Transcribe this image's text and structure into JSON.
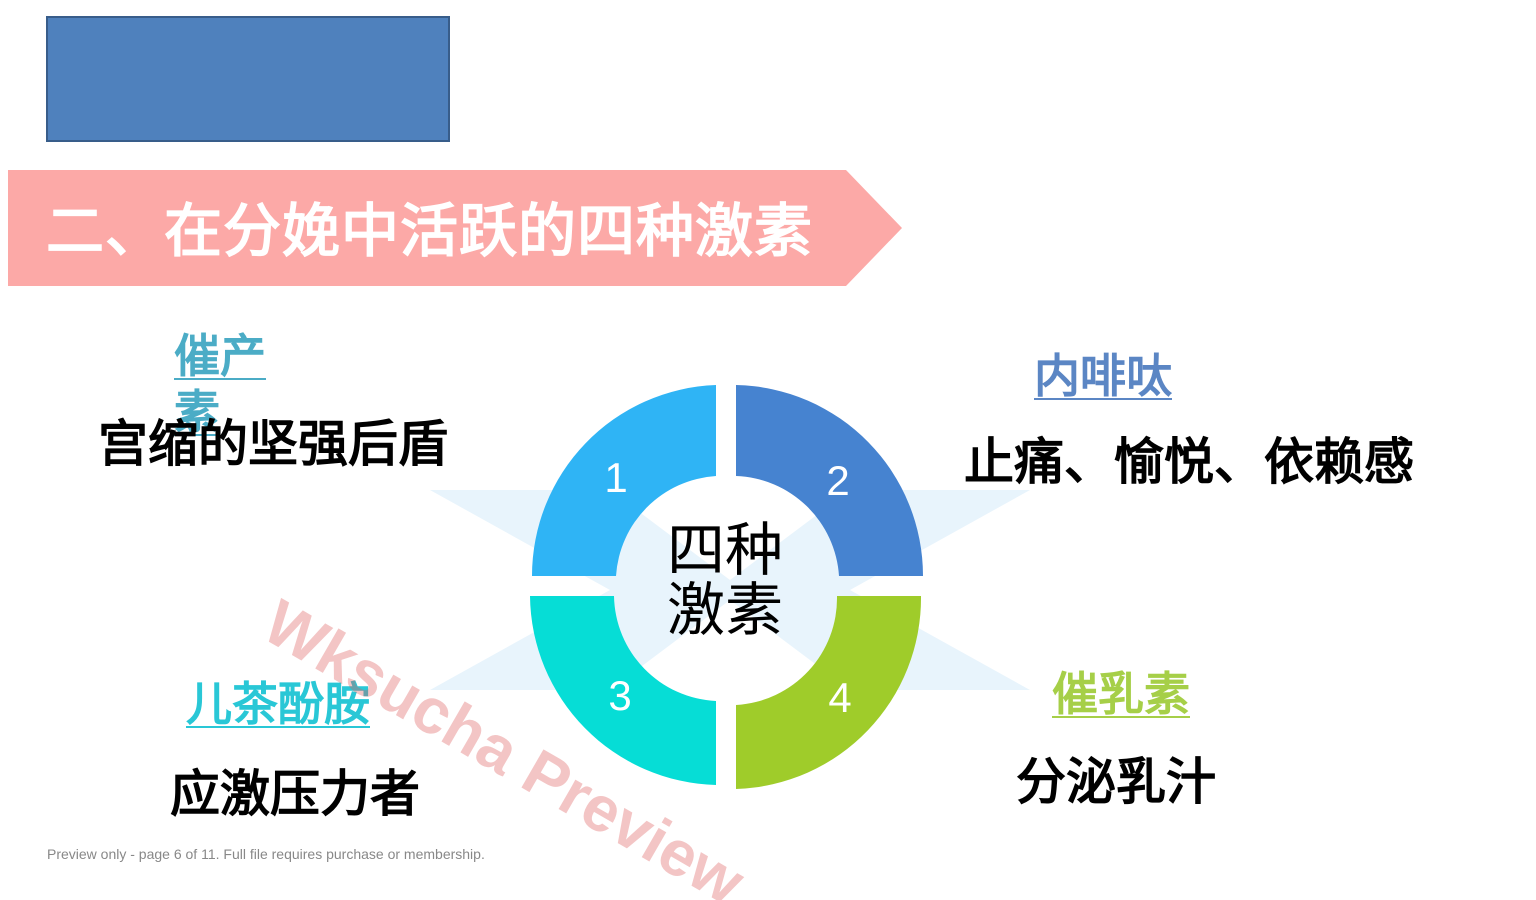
{
  "slide": {
    "title": "二、在分娩中活跃的四种激素",
    "center_label_line1": "四种",
    "center_label_line2": "激素",
    "segments": [
      {
        "number": "1",
        "color": "#2fb4f5"
      },
      {
        "number": "2",
        "color": "#4683d0"
      },
      {
        "number": "3",
        "color": "#06ddd6"
      },
      {
        "number": "4",
        "color": "#9fcc2a"
      }
    ],
    "hormones": [
      {
        "name": "催产素",
        "description": "宫缩的坚强后盾",
        "color": "#4bacc6"
      },
      {
        "name": "内啡呔",
        "description": "止痛、愉悦、依赖感",
        "color": "#5b86c4"
      },
      {
        "name": "儿茶酚胺",
        "description": "应激压力者",
        "color": "#29c7d6"
      },
      {
        "name": "催乳素",
        "description": "分泌乳汁",
        "color": "#a6cf48"
      }
    ]
  },
  "watermark": "Wksucha Preview",
  "footer": "Preview only - page 6 of 11. Full file requires purchase or membership."
}
